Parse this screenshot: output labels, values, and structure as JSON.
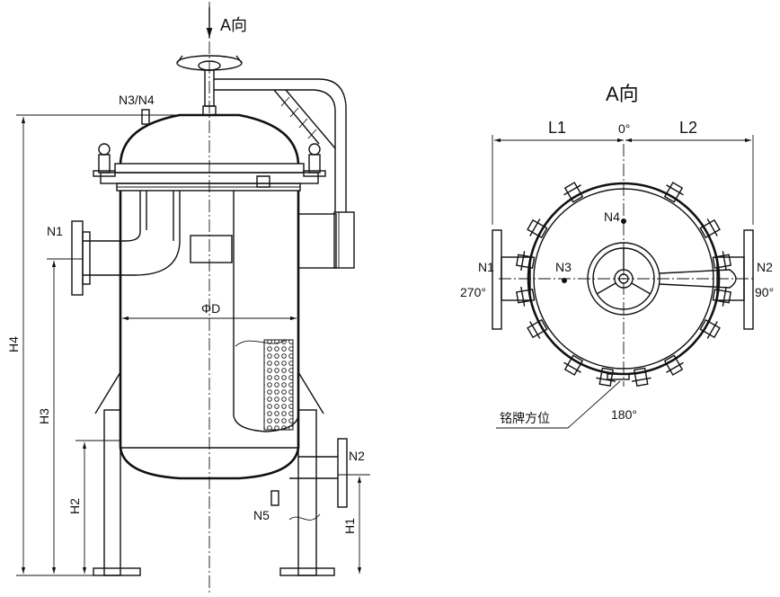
{
  "views": {
    "front": {
      "view_arrow": "A向",
      "nozzles": {
        "n1": "N1",
        "n2": "N2",
        "n3n4": "N3/N4",
        "n5": "N5"
      },
      "diameter": "ΦD",
      "dims": {
        "h1": "H1",
        "h2": "H2",
        "h3": "H3",
        "h4": "H4"
      }
    },
    "top": {
      "title": "A向",
      "dims": {
        "l1": "L1",
        "l2": "L2"
      },
      "angles": {
        "a0": "0°",
        "a90": "90°",
        "a180": "180°",
        "a270": "270°"
      },
      "nozzles": {
        "n1": "N1",
        "n2": "N2",
        "n3": "N3",
        "n4": "N4"
      },
      "nameplate": "铭牌方位"
    }
  }
}
